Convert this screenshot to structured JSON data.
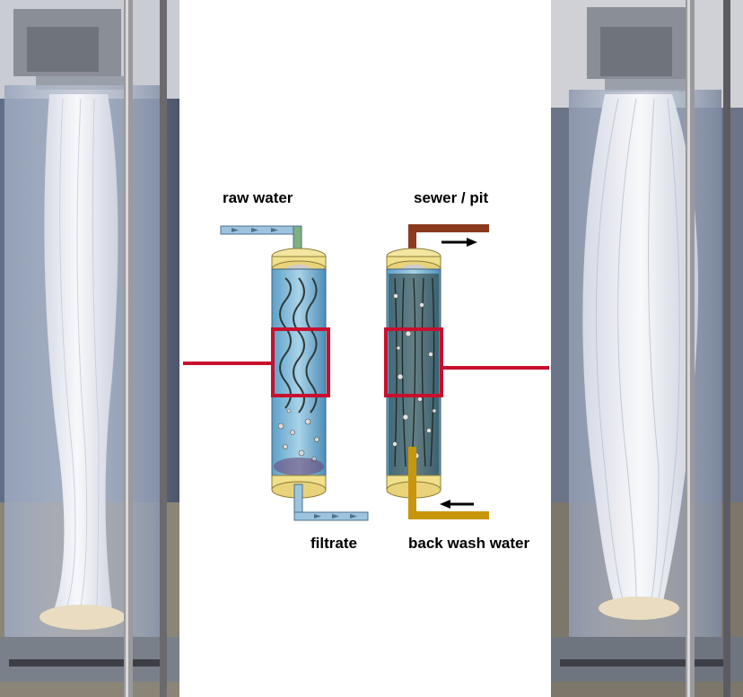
{
  "labels": {
    "raw_water": "raw water",
    "sewer_pit": "sewer / pit",
    "filtrate": "filtrate",
    "back_wash_water": "back wash water"
  },
  "colors": {
    "highlight": "#c8102e",
    "sewer_pipe": "#8b3a1e",
    "backwash_pipe": "#c8960c",
    "feed_pipe": "#6fa3c8",
    "fiber": "#f3f4f7"
  }
}
